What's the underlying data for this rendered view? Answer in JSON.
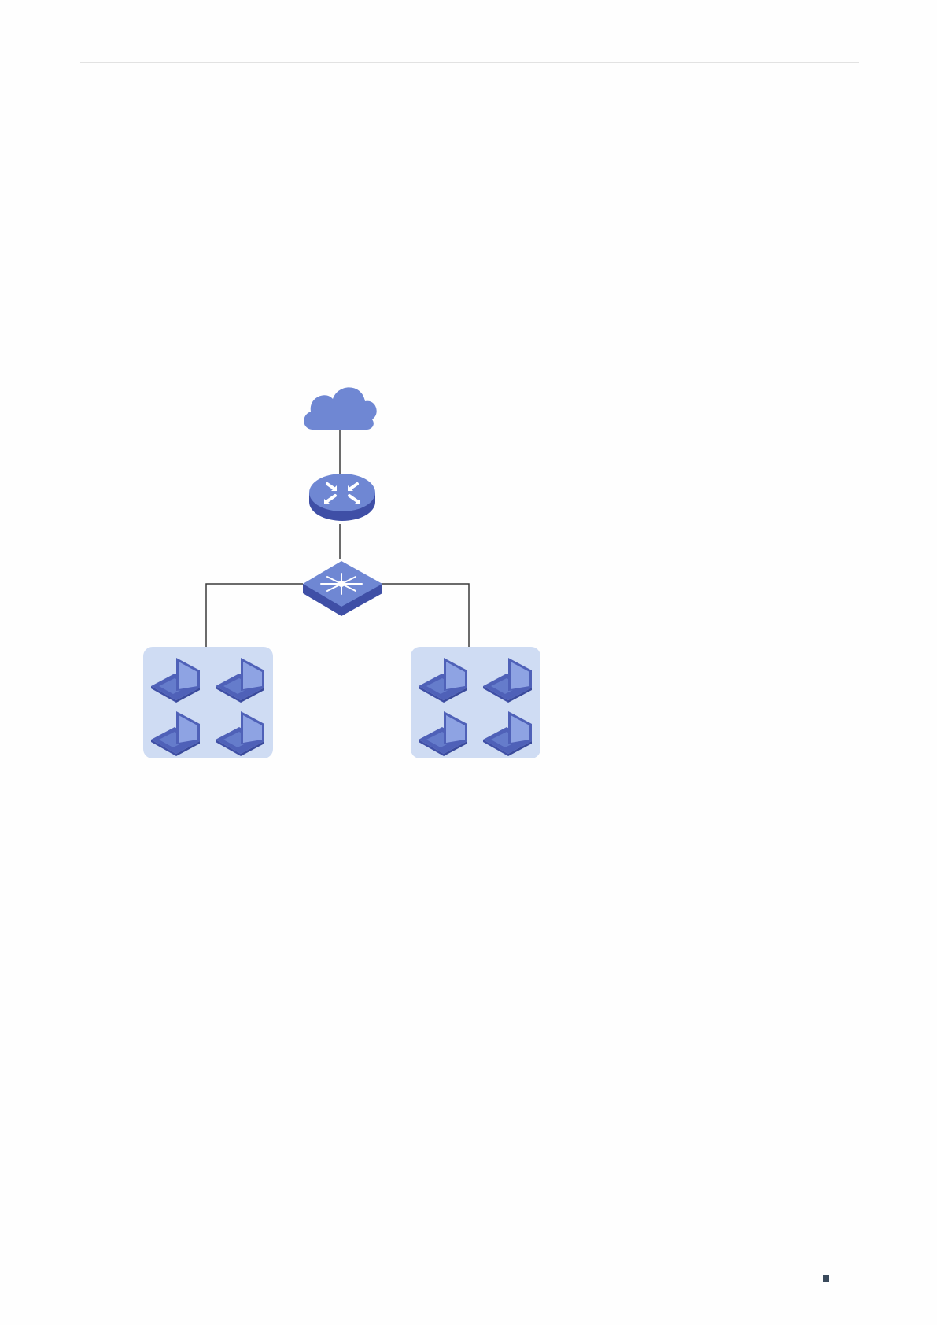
{
  "colors": {
    "header_rule": "#e2e2e2",
    "device_blue": "#6f87d3",
    "device_dark": "#4f61b8",
    "device_side": "#3f4fa6",
    "group_background": "#cfdcf3",
    "link_line": "#3a3a3a",
    "page_marker": "#3a4a5c"
  },
  "diagram": {
    "nodes": [
      {
        "id": "internet",
        "icon": "cloud-icon"
      },
      {
        "id": "router",
        "icon": "router-icon"
      },
      {
        "id": "switch",
        "icon": "switch-icon"
      },
      {
        "id": "left-group",
        "icon": "laptop-icon",
        "count": 4
      },
      {
        "id": "right-group",
        "icon": "laptop-icon",
        "count": 4
      }
    ],
    "links": [
      {
        "from": "internet",
        "to": "router"
      },
      {
        "from": "router",
        "to": "switch"
      },
      {
        "from": "switch",
        "to": "left-group"
      },
      {
        "from": "switch",
        "to": "right-group"
      }
    ]
  }
}
